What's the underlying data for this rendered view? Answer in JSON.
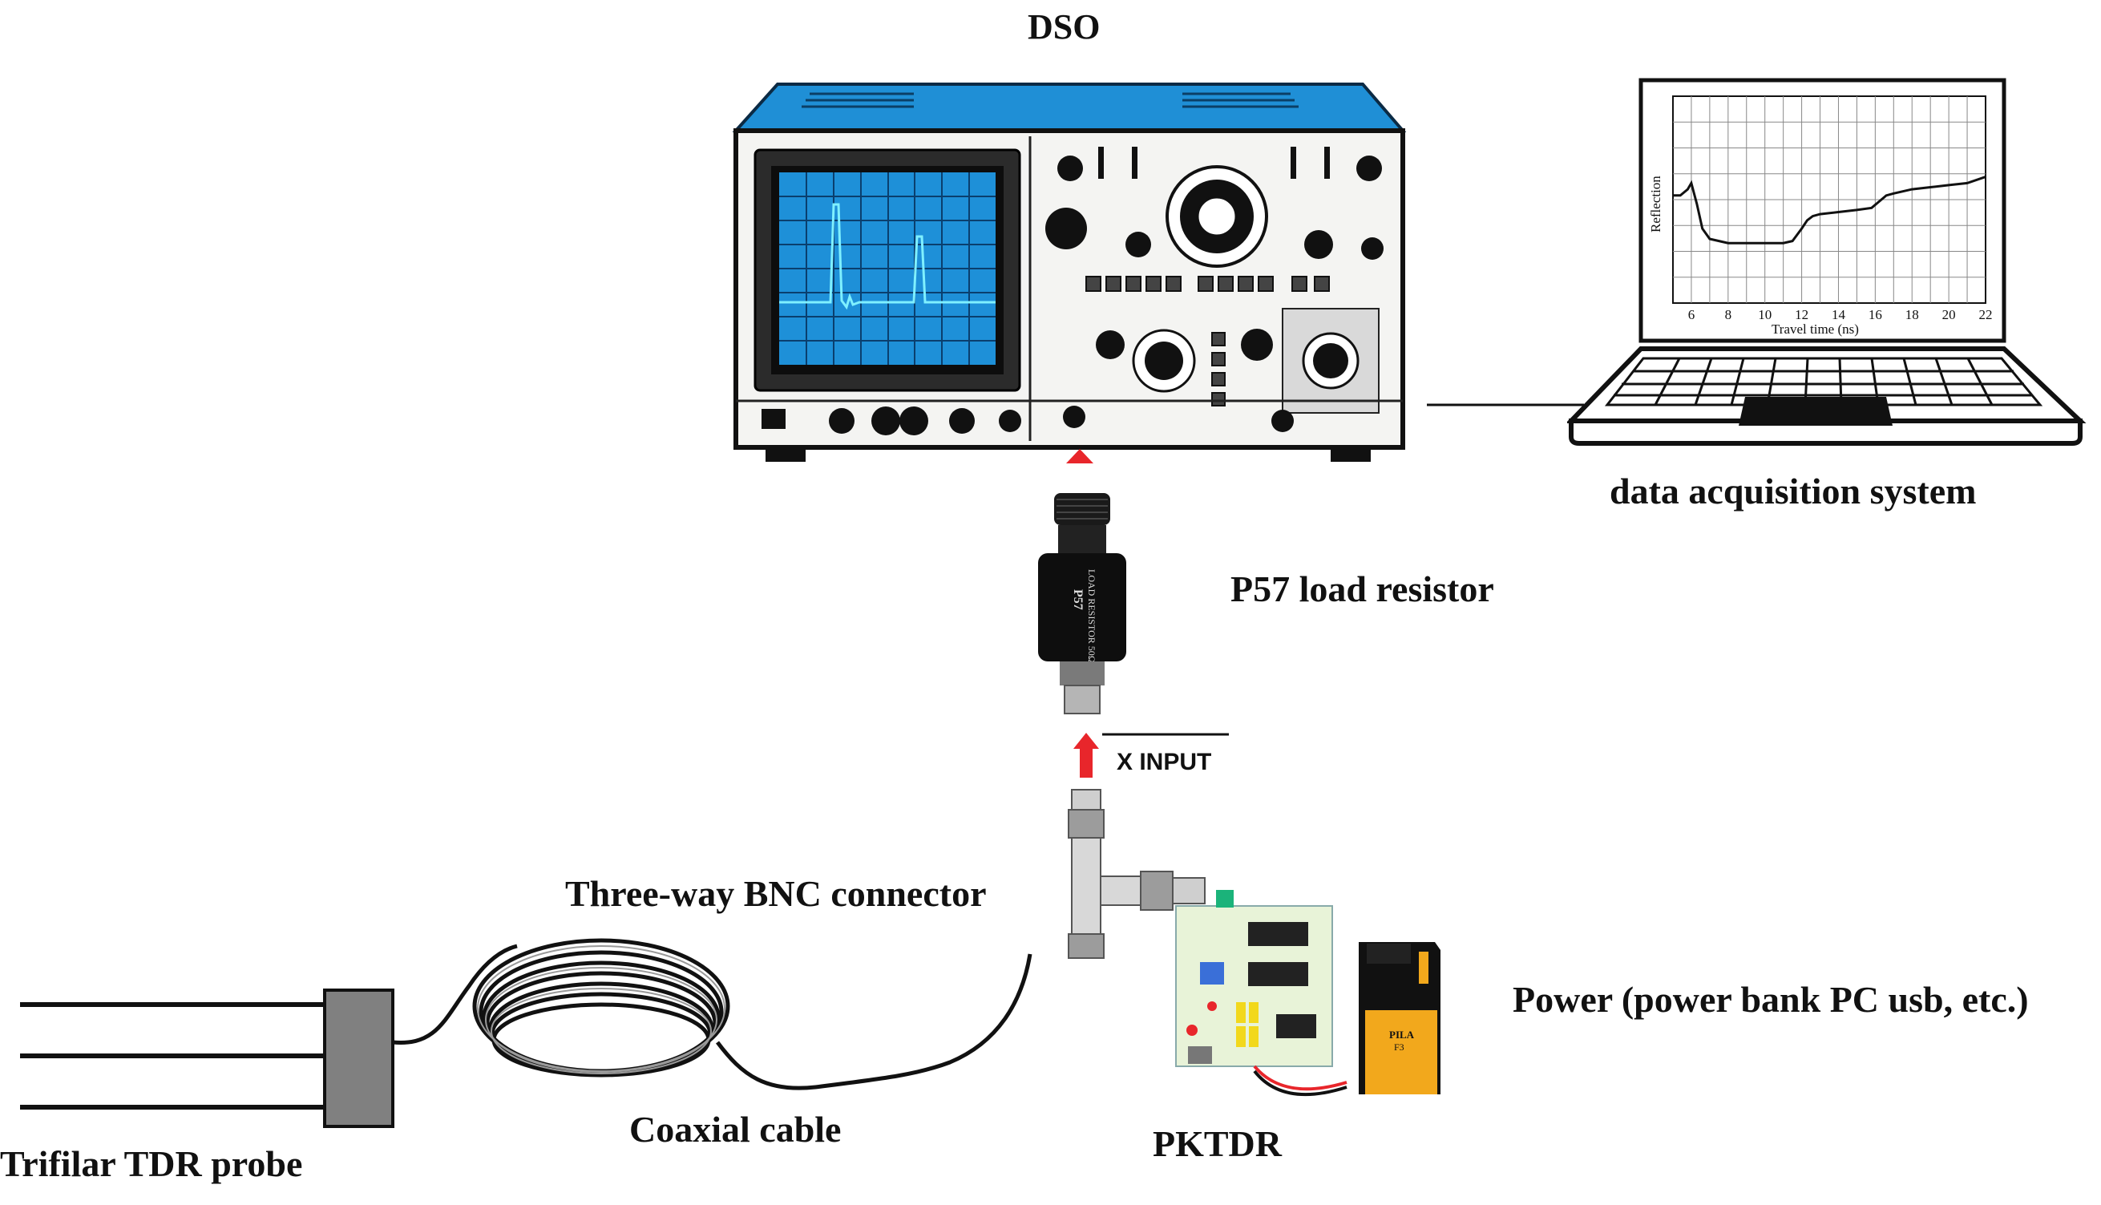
{
  "labels": {
    "dso": "DSO",
    "daq": "data acquisition system",
    "load_resistor": "P57 load resistor",
    "x_input": "X INPUT",
    "bnc_connector": "Three-way BNC connector",
    "power": "Power (power bank PC usb, etc.)",
    "coaxial_cable": "Coaxial cable",
    "pktdr": "PKTDR",
    "probe": "Trifilar TDR probe"
  },
  "resistor_text": {
    "line1": "LOAD RESISTOR 50Ω",
    "line2": "P57"
  },
  "battery_text": {
    "line1": "PILA",
    "line2": "F3"
  },
  "colors": {
    "dso_body": "#1f8fd6",
    "screen": "#1e90d8",
    "trace": "#7ff0ff",
    "arrow": "#e8262b",
    "pcb": "#e8f3d8",
    "battery": "#f2a81c"
  },
  "chart_data": {
    "type": "line",
    "xlabel": "Travel time (ns)",
    "ylabel": "Reflection",
    "xlim": [
      5,
      22
    ],
    "xticks": [
      6,
      8,
      10,
      12,
      14,
      16,
      18,
      20,
      22
    ],
    "ylim": [
      0,
      1
    ],
    "grid": true,
    "series": [
      {
        "x": [
          5,
          5.4,
          5.8,
          6.0,
          6.3,
          6.6,
          7.0,
          7.5,
          8.0,
          9.0,
          10.0,
          11.0,
          11.5,
          12.0,
          12.3,
          12.6,
          13.0,
          14.0,
          15.0,
          15.8,
          16.2,
          16.6,
          17.0,
          17.5,
          18.0,
          19.0,
          20.0,
          21.0,
          22.0
        ],
        "y": [
          0.52,
          0.52,
          0.55,
          0.58,
          0.48,
          0.36,
          0.31,
          0.3,
          0.29,
          0.29,
          0.29,
          0.29,
          0.3,
          0.36,
          0.4,
          0.42,
          0.43,
          0.44,
          0.45,
          0.46,
          0.49,
          0.52,
          0.53,
          0.54,
          0.55,
          0.56,
          0.57,
          0.58,
          0.61
        ]
      }
    ]
  }
}
